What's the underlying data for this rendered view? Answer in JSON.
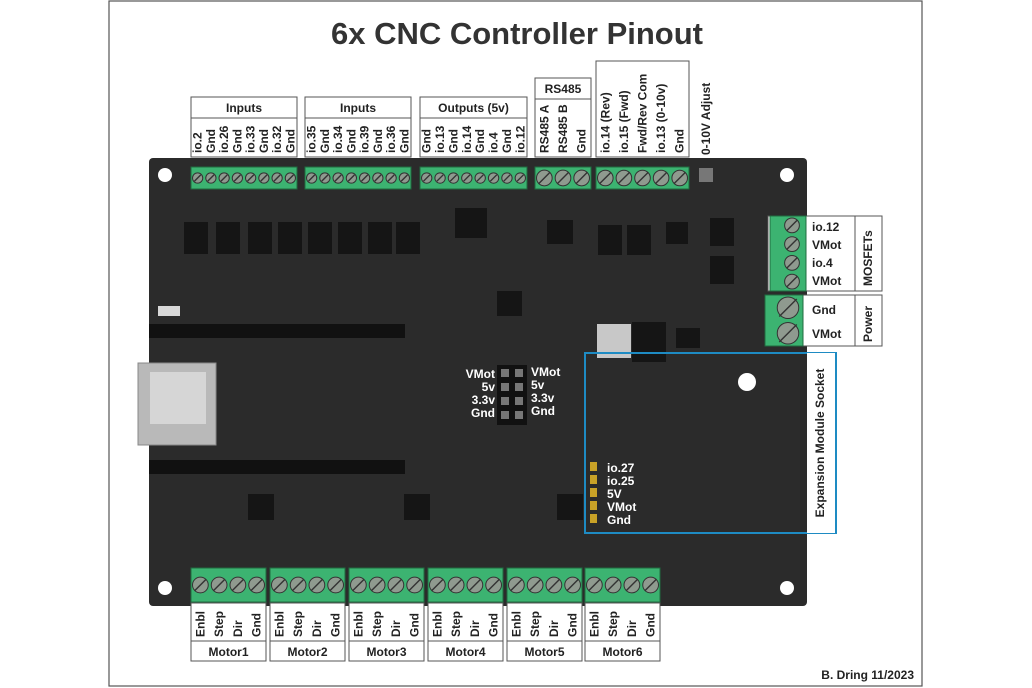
{
  "title": "6x CNC Controller Pinout",
  "credit": "B. Dring 11/2023",
  "colors": {
    "board": "#2b2b2b",
    "terminal": "#3cb371",
    "expansion": "#1e8bc3",
    "frame": "#555555"
  },
  "top_groups": [
    {
      "label": "Inputs",
      "pins": [
        "io.2",
        "Gnd",
        "io.26",
        "Gnd",
        "io.33",
        "Gnd",
        "io.32",
        "Gnd"
      ]
    },
    {
      "label": "Inputs",
      "pins": [
        "io.35",
        "Gnd",
        "io.34",
        "Gnd",
        "io.39",
        "Gnd",
        "io.36",
        "Gnd"
      ]
    },
    {
      "label": "Outputs (5v)",
      "pins": [
        "Gnd",
        "io.13",
        "Gnd",
        "io.14",
        "Gnd",
        "io.4",
        "Gnd",
        "io.12"
      ]
    },
    {
      "label": "RS485",
      "pins": [
        "RS485 A",
        "RS485 B",
        "Gnd"
      ]
    },
    {
      "label": "",
      "pins": [
        "io.14 (Rev)",
        "io.15 (Fwd)",
        "Fwd/Rev Com",
        "io.13 (0-10v)",
        "Gnd"
      ]
    }
  ],
  "adjust_label": "0-10V Adjust",
  "mosfets": {
    "label": "MOSFETs",
    "pins": [
      "io.12",
      "VMot",
      "io.4",
      "VMot"
    ]
  },
  "power": {
    "label": "Power",
    "pins": [
      "Gnd",
      "VMot"
    ]
  },
  "center_header": {
    "left": [
      "VMot",
      "5v",
      "3.3v",
      "Gnd"
    ],
    "right": [
      "VMot",
      "5v",
      "3.3v",
      "Gnd"
    ]
  },
  "expansion": {
    "label": "Expansion Module Socket",
    "pins": [
      "io.27",
      "io.25",
      "5V",
      "VMot",
      "Gnd"
    ]
  },
  "motor_pins": [
    "Enbl",
    "Step",
    "Dir",
    "Gnd"
  ],
  "motors": [
    "Motor1",
    "Motor2",
    "Motor3",
    "Motor4",
    "Motor5",
    "Motor6"
  ]
}
